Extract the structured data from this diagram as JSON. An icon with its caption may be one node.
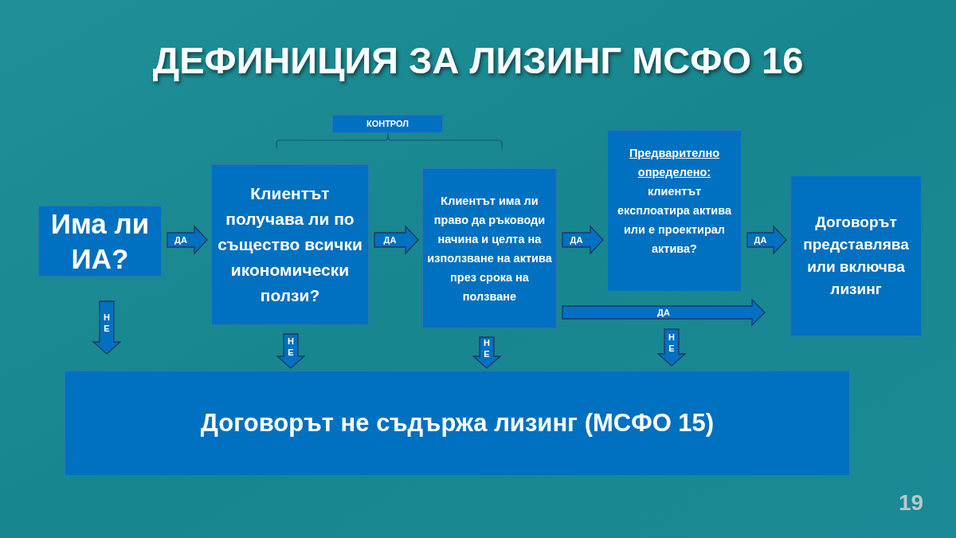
{
  "diagram": {
    "title": "ДЕФИНИЦИЯ ЗА ЛИЗИНГ МСФО 16",
    "nodes": [
      {
        "text": [
          "КОНТРОЛ"
        ]
      },
      {
        "text": [
          "Има ли ИА?"
        ]
      },
      {
        "text": [
          "Клиентът получава ли по същество всички икономически ползи?"
        ]
      },
      {
        "text": [
          "Клиентът има ли право да ръководи начина и целта на използване на актива през срока на ползване"
        ]
      },
      {
        "text": [
          "Предварително определено:",
          "клиентът експлоатира актива или е проектирал актива?"
        ]
      },
      {
        "text": [
          "Договорът представлява или включва лизинг"
        ]
      },
      {
        "text": [
          "Договорът не съдържа лизинг (МСФО 15)"
        ]
      }
    ],
    "edges": [
      {
        "from": 1,
        "to": 2,
        "arrow": "to",
        "label": "ДА"
      },
      {
        "from": 2,
        "to": 3,
        "arrow": "to",
        "label": "ДА"
      },
      {
        "from": 3,
        "to": 4,
        "arrow": "to",
        "label": "ДА"
      },
      {
        "from": 4,
        "to": 5,
        "arrow": "to",
        "label": "ДА"
      },
      {
        "from": 3,
        "to": 5,
        "arrow": "to",
        "label": "ДА"
      },
      {
        "from": 1,
        "to": 6,
        "arrow": "to",
        "label": "НЕ"
      },
      {
        "from": 2,
        "to": 6,
        "arrow": "to",
        "label": "НЕ"
      },
      {
        "from": 3,
        "to": 6,
        "arrow": "to",
        "label": "НЕ"
      },
      {
        "from": 4,
        "to": 6,
        "arrow": "to",
        "label": "НЕ"
      }
    ],
    "labels": [
      "19"
    ]
  }
}
